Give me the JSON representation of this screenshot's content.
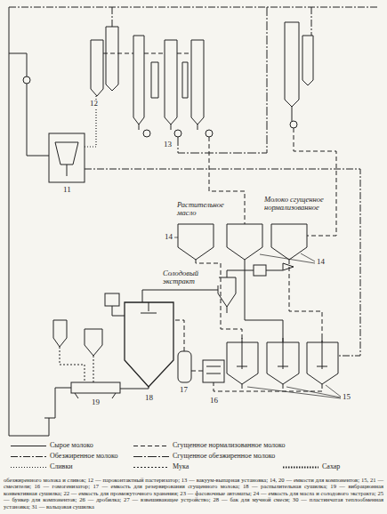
{
  "diagram": {
    "caption": "обезжиренного молока и сливок; 12 — пароконтактный пастеризатор; 13 — вакуум-выпарная установка; 14, 20 — емкости для компонентов; 15, 21 — смесители; 16 — гомогенизатор; 17 — емкость для резервирования сгущенного молока; 18 — распылительная сушилка; 19 — вибрационная конвективная сушилка; 22 — емкость для промежуточного хранения; 23 — фасовочные автоматы; 24 — емкость для масла и солодового экстракта; 25 — бункер для компонентов; 26 — дробилка; 27 — взвешивающее устройство; 28 — бак для мучной смеси; 30 — пластинчатая теплообменная установка; 31 — вальцовая сушилка",
    "labels": [
      "11",
      "12",
      "13",
      "Растительное масло",
      "Молоко сгущенное нормализованное",
      "14",
      "Солодовый экстракт",
      "14",
      "15",
      "19",
      "18",
      "17",
      "16"
    ],
    "legend": [
      {
        "text": "Сырое молоко"
      },
      {
        "text": "Обезжиренное молоко"
      },
      {
        "text": "Сливки"
      },
      {
        "text": "Сгущенное нормализованное молоко"
      },
      {
        "text": "Сгущенное обезжиренное молоко"
      },
      {
        "text": "Мука"
      },
      {
        "text": "Сахар"
      }
    ]
  }
}
